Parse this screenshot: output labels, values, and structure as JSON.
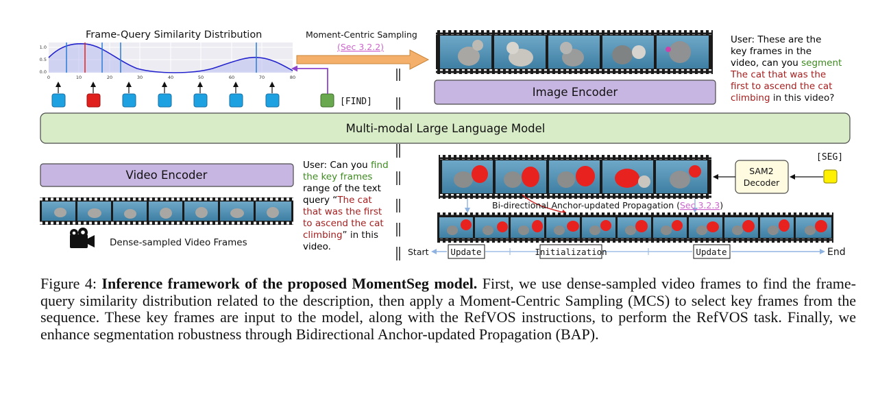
{
  "similarity_panel": {
    "title": "Frame-Query Similarity Distribution",
    "y_ticks": [
      "1.0",
      "0.5",
      "0.0"
    ],
    "x_ticks": [
      "0",
      "10",
      "20",
      "30",
      "40",
      "50",
      "60",
      "70",
      "80"
    ]
  },
  "find_token": "[FIND]",
  "seg_token": "[SEG]",
  "sampling": {
    "label": "Moment-Centric Sampling",
    "ref": "(Sec 3.2.2)"
  },
  "image_encoder": "Image Encoder",
  "video_encoder": "Video Encoder",
  "mllm": "Multi-modal Large Language Model",
  "sam2": [
    "SAM2",
    "Decoder"
  ],
  "user_top": {
    "line1": "User: These are the",
    "line2": "key frames in the",
    "line3_a": "video, can you ",
    "line3_b": "segment",
    "line4": "The cat that was the",
    "line5": "first to ascend the cat",
    "line6_a": "climbing",
    "line6_b": " in this video?"
  },
  "user_bottom": {
    "line1_a": "User: Can you ",
    "line1_b": "find",
    "line2": "the key frames",
    "line3": "range of the text",
    "line4_a": "query “",
    "line4_b": "The cat",
    "line5": "that was the first",
    "line6": "to ascend the cat",
    "line7_a": "climbing",
    "line7_b": "” in this",
    "line8": "video."
  },
  "dense_label": "Dense-sampled Video Frames",
  "bap": {
    "label": "Bi-directional Anchor-updated Propagation (",
    "ref": "Sec 3.2.3",
    "close": ")"
  },
  "timeline": {
    "start": "Start",
    "update_left": "Update",
    "init": "Initialization",
    "update_right": "Update",
    "end": "End"
  },
  "caption": {
    "prefix": "Figure 4: ",
    "bold": "Inference framework of the proposed MomentSeg model.",
    "rest": " First, we use dense-sampled video frames to find the frame-query similarity distribution related to the description, then apply a Moment-Centric Sampling (MCS) to select key frames from the sequence. These key frames are input to the model, along with the RefVOS instructions, to perform the RefVOS task. Finally, we enhance segmentation robustness through Bidirectional Anchor-updated Propagation (BAP)."
  },
  "colors": {
    "mllm_fill": "#d9ecc8",
    "encoder_fill": "#c8b6e2",
    "query_blue": "#1da1e0",
    "query_red": "#e0201d",
    "find_green": "#6aa84f",
    "seg_yellow": "#ffef00",
    "sam2_fill": "#fffbe0",
    "sampling_arrow": "#f4b06a",
    "curve": "#2222cc",
    "ref_pink": "#cc66cc",
    "timeline": "#9fbde6",
    "propagation_red": "#cc2222"
  }
}
